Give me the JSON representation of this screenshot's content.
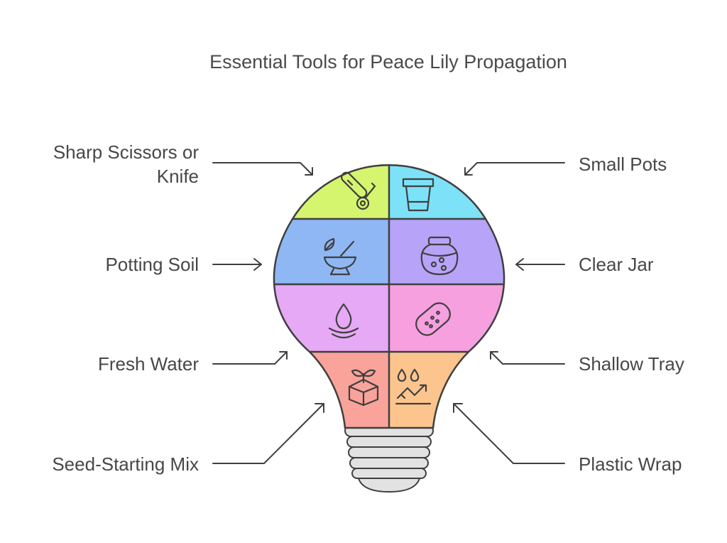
{
  "title": "Essential Tools for Peace Lily Propagation",
  "colors": {
    "outline": "#3f3f3f",
    "segment_top_left": "#d6f56f",
    "segment_top_right": "#7de2f7",
    "segment_row2_left": "#8fb7f4",
    "segment_row2_right": "#b7a4f8",
    "segment_row3_left": "#e6a9f6",
    "segment_row3_right": "#f6a0e0",
    "segment_bottom_left": "#f9a39b",
    "segment_bottom_right": "#fcc58e",
    "base": "#e2e2e2"
  },
  "labels": {
    "sharp_scissors": {
      "line1": "Sharp Scissors or",
      "line2": "Knife",
      "icon": "scissors-knife-icon"
    },
    "small_pots": {
      "text": "Small Pots",
      "icon": "pot-icon"
    },
    "potting_soil": {
      "text": "Potting Soil",
      "icon": "mortar-leaf-icon"
    },
    "clear_jar": {
      "text": "Clear Jar",
      "icon": "jar-icon"
    },
    "fresh_water": {
      "text": "Fresh Water",
      "icon": "water-drop-icon"
    },
    "shallow_tray": {
      "text": "Shallow Tray",
      "icon": "tray-icon"
    },
    "seed_starting_mix": {
      "text": "Seed-Starting Mix",
      "icon": "seedling-box-icon"
    },
    "plastic_wrap": {
      "text": "Plastic Wrap",
      "icon": "drops-wave-icon"
    }
  }
}
